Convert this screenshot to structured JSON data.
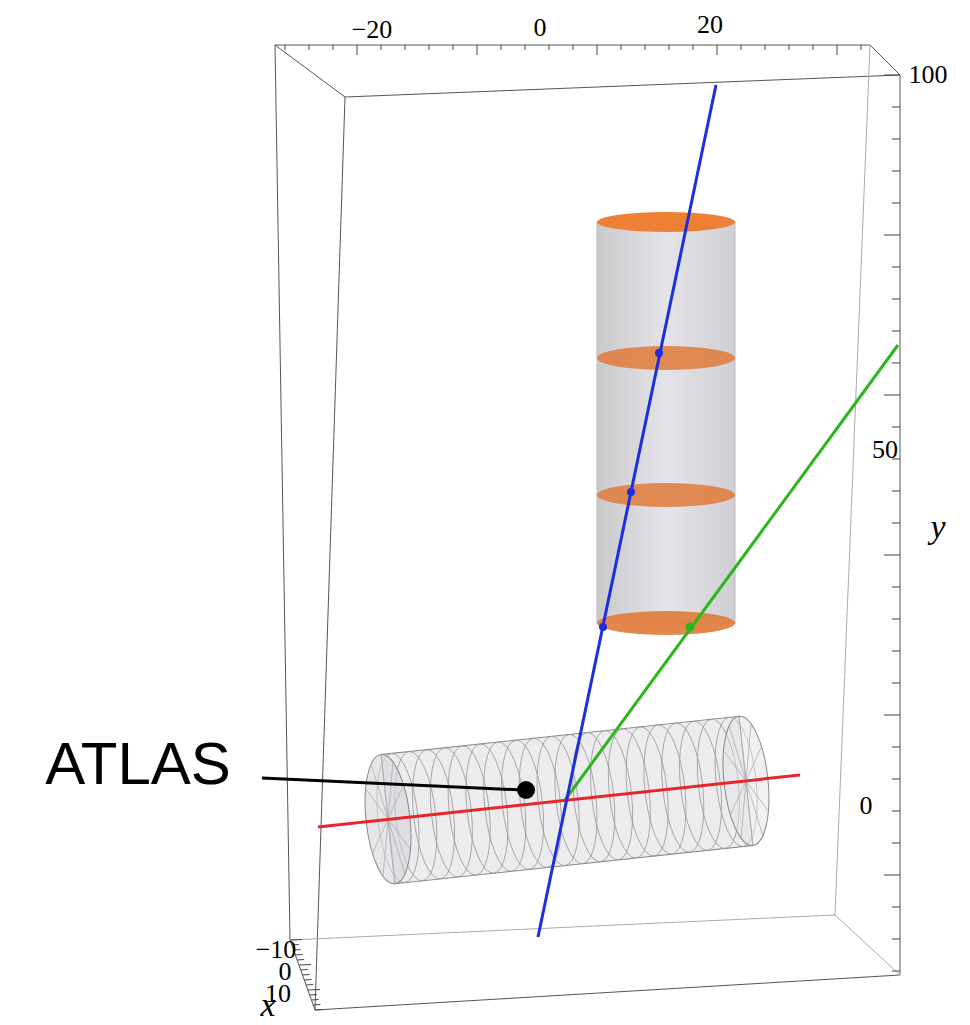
{
  "diagram": {
    "labels": [
      "−20",
      "0",
      "20",
      "100",
      "50",
      "y",
      "0",
      "−10",
      "0",
      "10",
      "x",
      "ATLAS"
    ]
  }
}
